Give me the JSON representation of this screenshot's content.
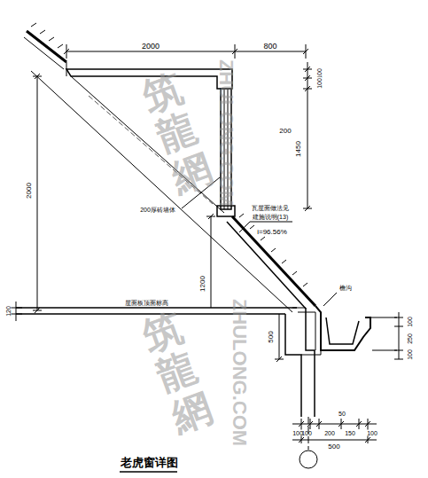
{
  "diagram": {
    "title": "老虎窗详图",
    "labels": [
      "2000",
      "800",
      "100",
      "100",
      "200",
      "1450",
      "2000",
      "200厚砖墙体",
      "瓦屋面做法见",
      "建施说明(13)",
      "i=96.56%",
      "1200",
      "屋面板顶面标高",
      "檐沟",
      "500",
      "120",
      "100",
      "250",
      "100",
      "50",
      "100",
      "100",
      "200",
      "150",
      "100",
      "500",
      "筑龍網",
      "ZHULONG.COM",
      "筑龍網",
      "ZHULONG.COM"
    ]
  }
}
